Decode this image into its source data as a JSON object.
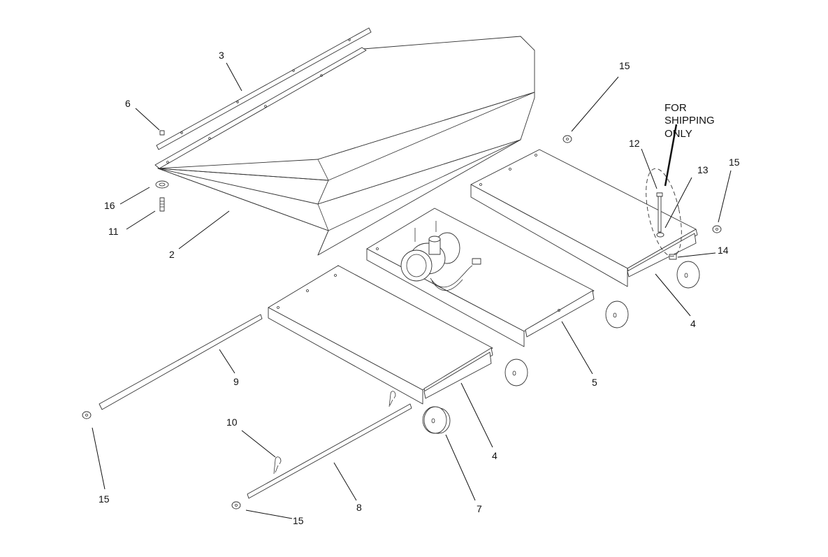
{
  "callouts": {
    "c2": "2",
    "c3": "3",
    "c4a": "4",
    "c4b": "4",
    "c5": "5",
    "c6": "6",
    "c7": "7",
    "c8": "8",
    "c9": "9",
    "c10": "10",
    "c11": "11",
    "c12": "12",
    "c13": "13",
    "c14": "14",
    "c15a": "15",
    "c15b": "15",
    "c15c": "15",
    "c15d": "15",
    "c16": "16"
  },
  "note": {
    "line1": "FOR",
    "line2": "SHIPPING",
    "line3": "ONLY"
  }
}
